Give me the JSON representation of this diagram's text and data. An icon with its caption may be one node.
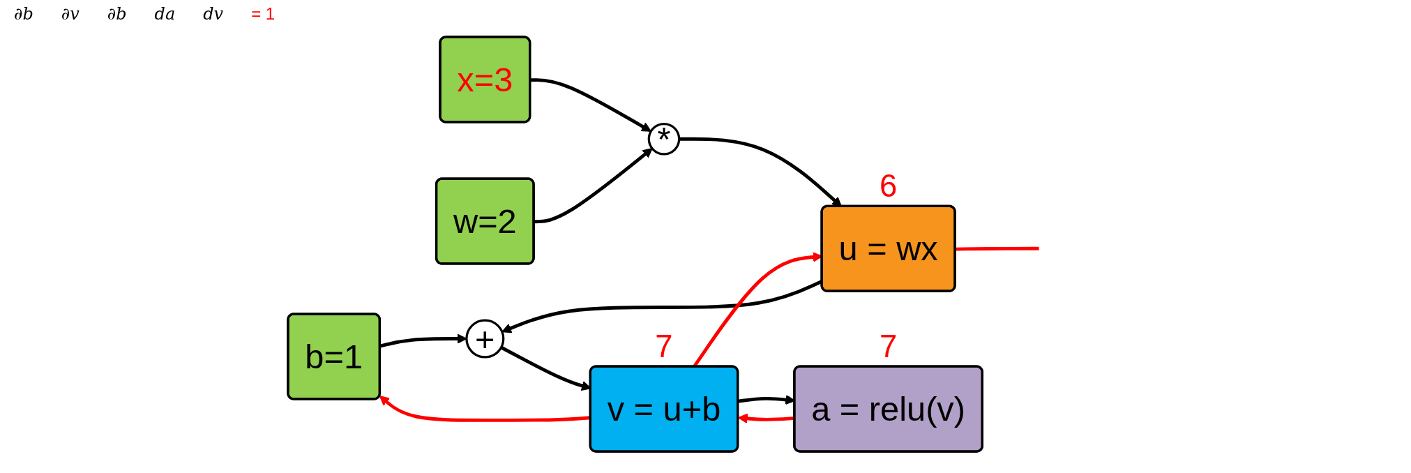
{
  "diagram": {
    "nodes": [
      {
        "text": [
          "b=1"
        ]
      },
      {
        "text": [
          "x=3"
        ]
      },
      {
        "text": [
          "w=2"
        ]
      },
      {
        "text": [
          "*"
        ]
      },
      {
        "text": [
          "u = wx"
        ],
        "beside": [
          "6"
        ]
      },
      {
        "text": [
          "+"
        ]
      },
      {
        "text": [
          "v = u+b"
        ],
        "beside": [
          "7"
        ]
      },
      {
        "text": [
          "a = relu(v)"
        ],
        "beside": [
          "7"
        ]
      }
    ],
    "edges": [
      {
        "from": 1,
        "to": 3,
        "arrow": "to"
      },
      {
        "from": 2,
        "to": 3,
        "arrow": "to"
      },
      {
        "from": 3,
        "to": 4,
        "arrow": "to"
      },
      {
        "from": 0,
        "to": 5,
        "arrow": "to"
      },
      {
        "from": 4,
        "to": 5,
        "arrow": "to"
      },
      {
        "from": 5,
        "to": 6,
        "arrow": "to"
      },
      {
        "from": 6,
        "to": 7,
        "arrow": "to"
      },
      {
        "from": 6,
        "to": 0,
        "arrow": "to",
        "color": "#ff0000"
      },
      {
        "from": 7,
        "to": 6,
        "arrow": "to",
        "color": "#ff0000"
      },
      {
        "from": 6,
        "to": 4,
        "arrow": "to",
        "color": "#ff0000"
      },
      {
        "from": 4,
        "to": null,
        "arrow": "none",
        "color": "#ff0000"
      }
    ],
    "labels": [
      "∂b",
      "∂v",
      "∂b",
      "da",
      "dv",
      "= 1"
    ]
  }
}
